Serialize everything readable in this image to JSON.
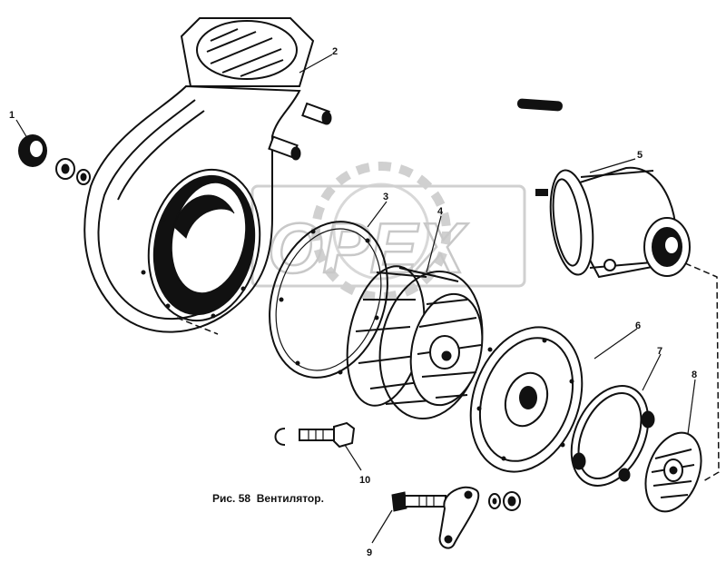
{
  "caption": "Рис. 58  Вентилятор.",
  "watermark": "OPEX",
  "callouts": [
    "1",
    "2",
    "3",
    "4",
    "5",
    "6",
    "7",
    "8",
    "9",
    "10"
  ]
}
